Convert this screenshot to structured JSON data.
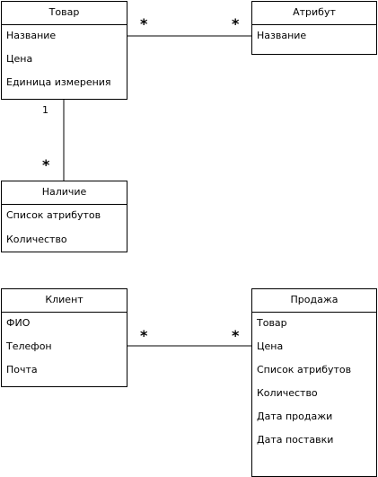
{
  "classes": {
    "tovar": {
      "title": "Товар",
      "fields": [
        "Название",
        "Цена",
        "Единица измерения"
      ]
    },
    "atribut": {
      "title": "Атрибут",
      "fields": [
        "Название"
      ]
    },
    "nalichie": {
      "title": "Наличие",
      "fields": [
        "Список атрибутов",
        "Количество"
      ]
    },
    "klient": {
      "title": "Клиент",
      "fields": [
        "ФИО",
        "Телефон",
        "Почта"
      ]
    },
    "prodazha": {
      "title": "Продажа",
      "fields": [
        "Товар",
        "Цена",
        "Список атрибутов",
        "Количество",
        "Дата продажи",
        "Дата поставки"
      ]
    }
  },
  "associations": {
    "tovar_atribut": {
      "left": "*",
      "right": "*"
    },
    "tovar_nalichie": {
      "top": "1",
      "bottom": "*"
    },
    "klient_prodazha": {
      "left": "*",
      "right": "*"
    }
  }
}
